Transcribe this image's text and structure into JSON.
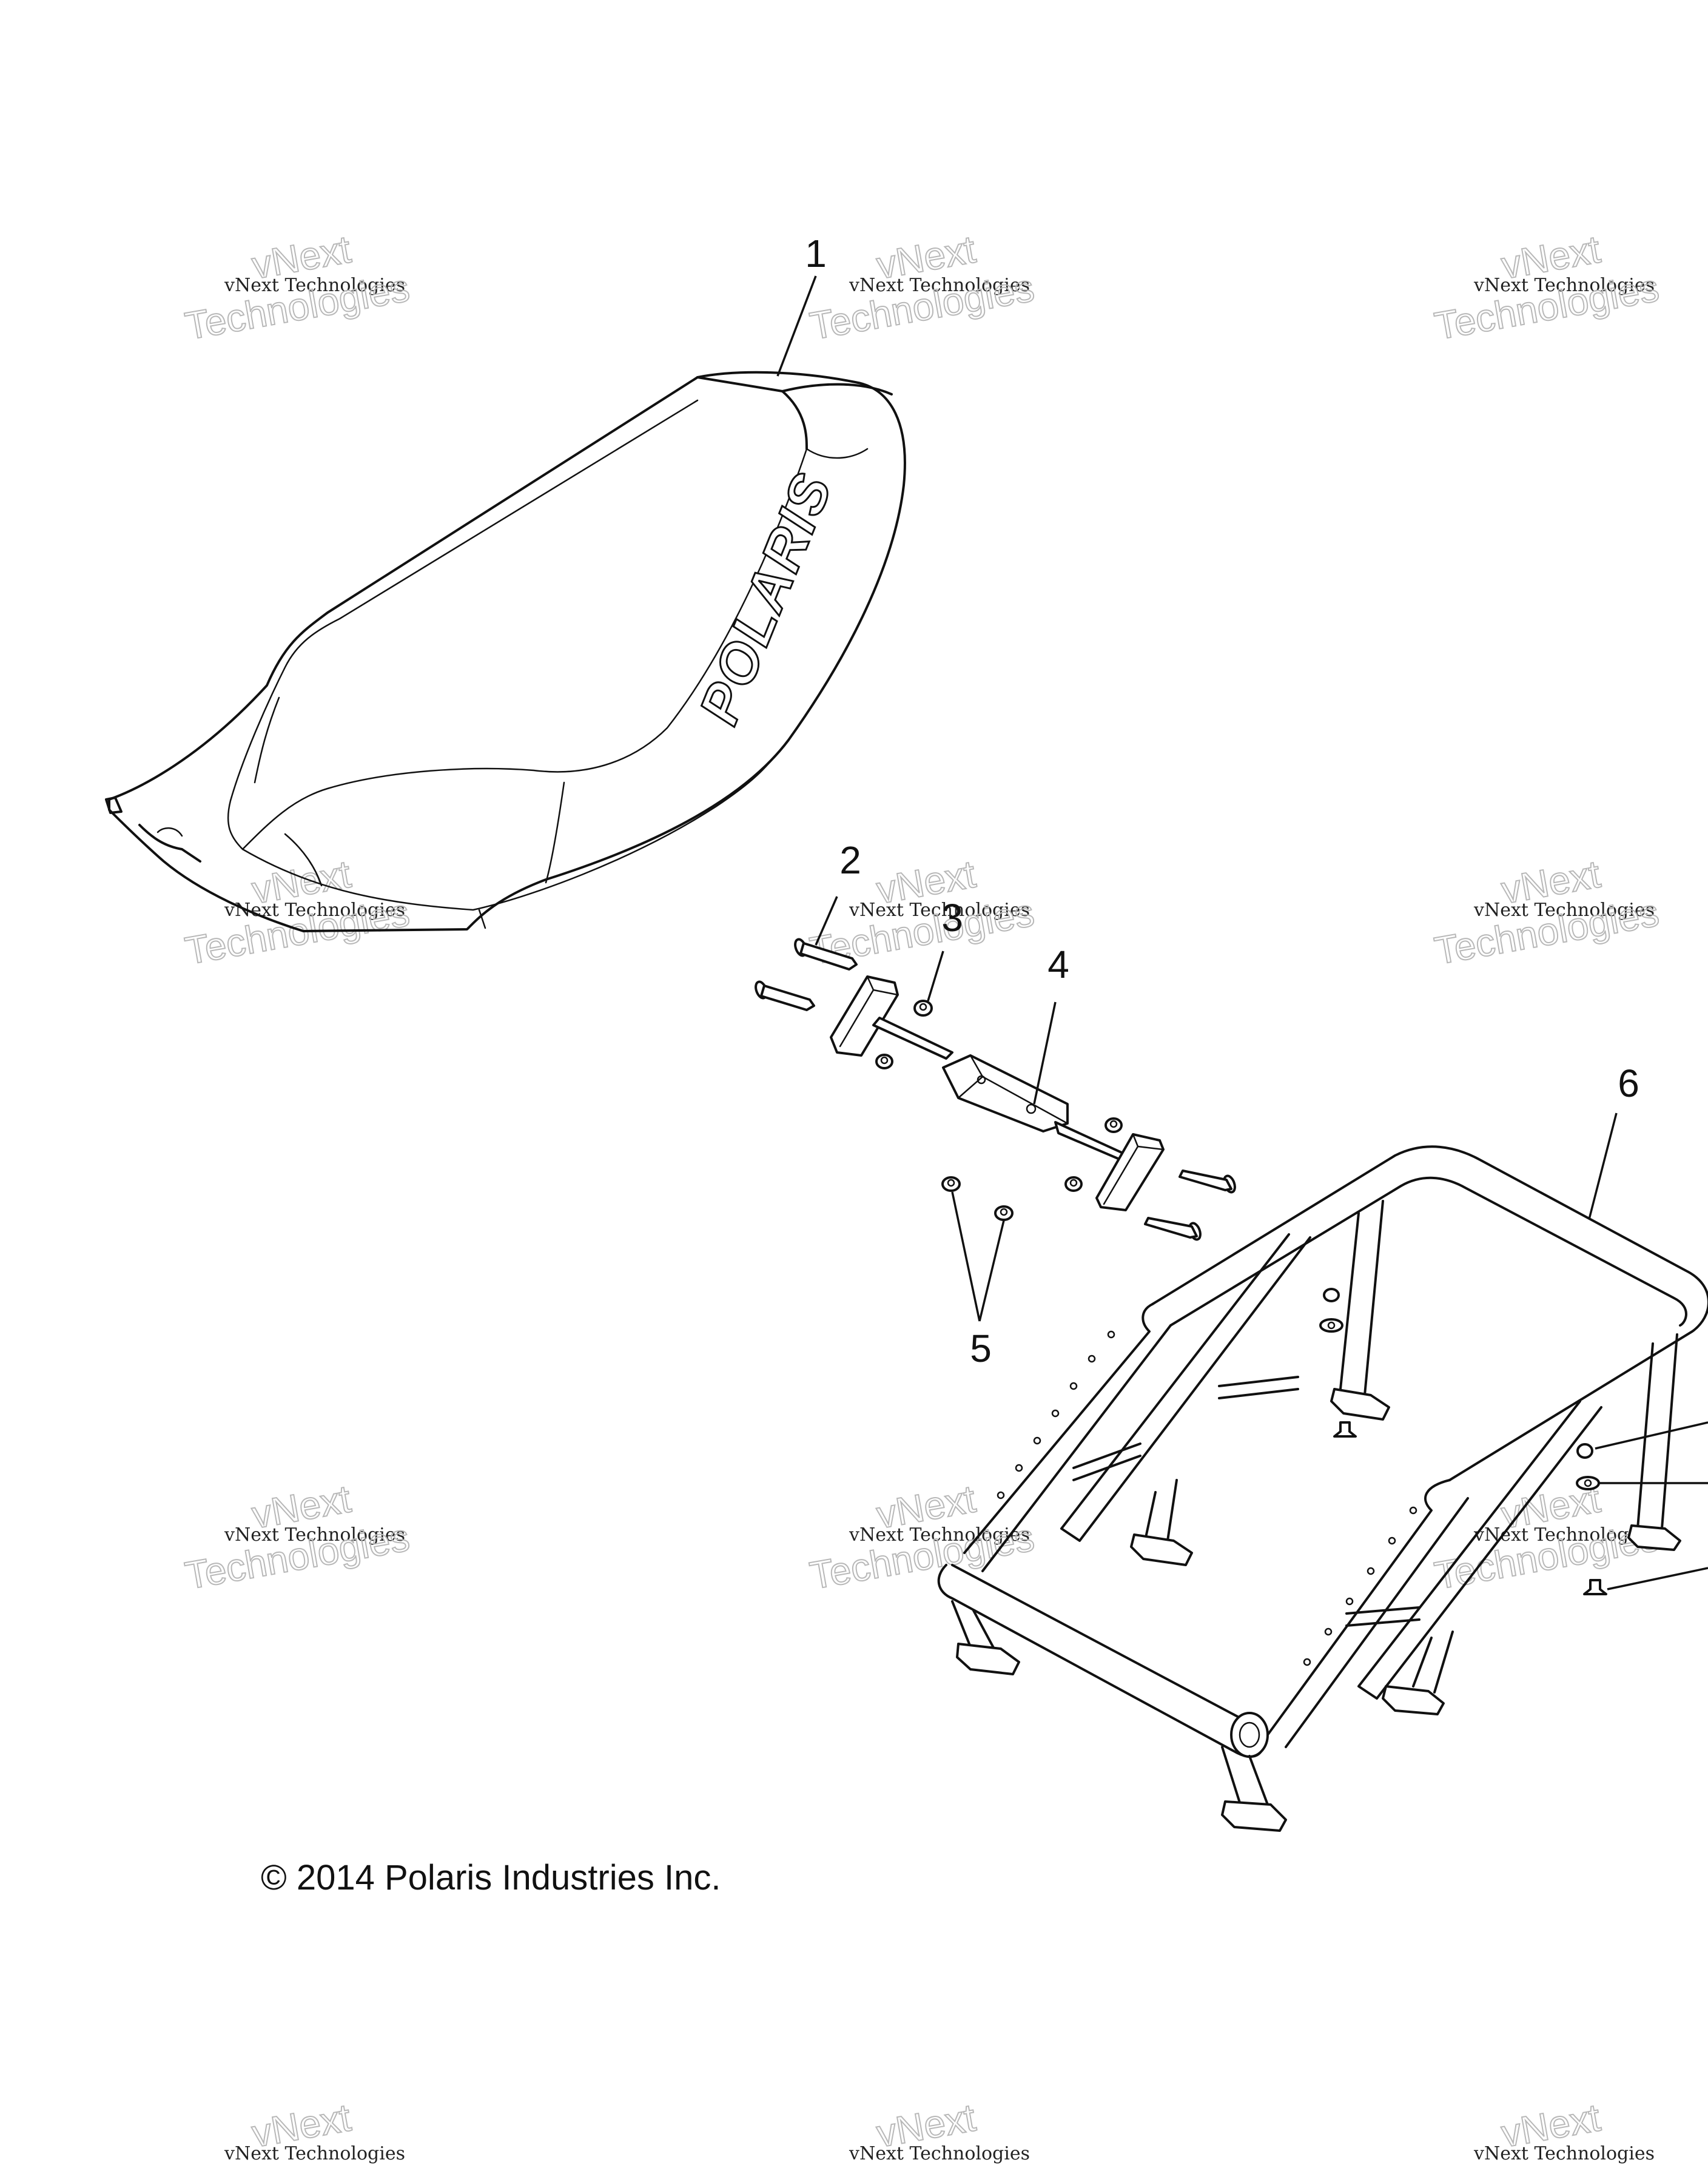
{
  "callouts": [
    "1",
    "2",
    "3",
    "4",
    "5",
    "6"
  ],
  "seat_logo": "POLARIS",
  "watermark": {
    "line1": "vNext",
    "line2": "vNext Technologies",
    "line3": "Technologies"
  },
  "copyright": "© 2014 Polaris Industries Inc."
}
